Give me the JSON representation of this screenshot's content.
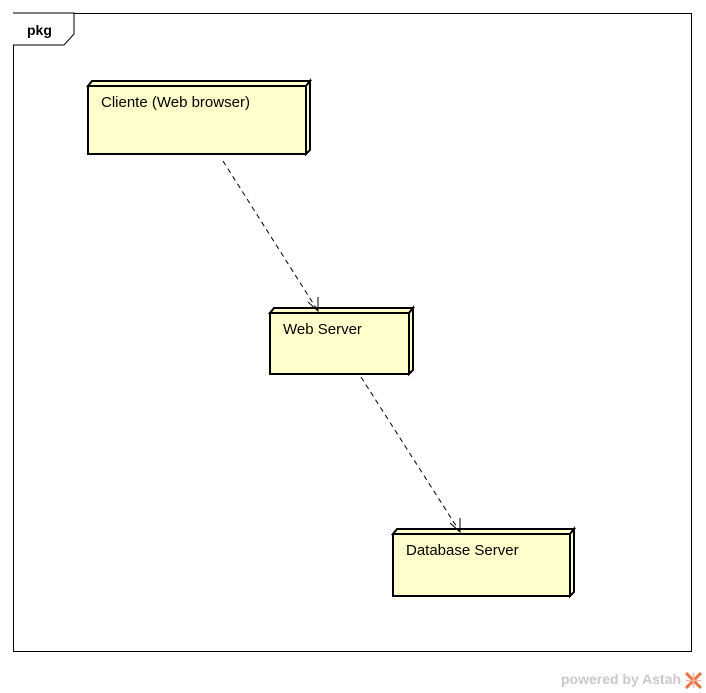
{
  "frame": {
    "label": "pkg"
  },
  "nodes": [
    {
      "id": "cliente",
      "label": "Cliente (Web browser)"
    },
    {
      "id": "web-server",
      "label": "Web Server"
    },
    {
      "id": "database-server",
      "label": "Database Server"
    }
  ],
  "edges": [
    {
      "from": "cliente",
      "to": "web-server",
      "style": "dashed-dependency"
    },
    {
      "from": "web-server",
      "to": "database-server",
      "style": "dashed-dependency"
    }
  ],
  "colors": {
    "node_fill": "#ffffcc",
    "node_stroke": "#000000",
    "footer_text": "#c9c9c9",
    "logo_accent": "#e8734a"
  },
  "footer": {
    "text": "powered by Astah",
    "logo_icon": "astah-logo-icon"
  }
}
